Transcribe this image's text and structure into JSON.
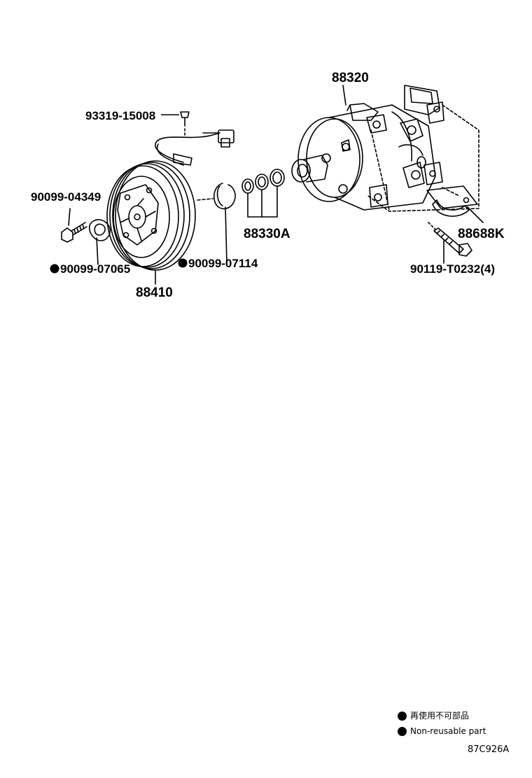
{
  "parts": {
    "p88320": "88320",
    "p93319": "93319-15008",
    "p90099_04349": "90099-04349",
    "p88330A": "88330A",
    "p88688K": "88688K",
    "p90099_07065": "90099-07065",
    "p90099_07114": "90099-07114",
    "p90119": "90119-T0232(4)",
    "p88410": "88410"
  },
  "legend": {
    "jp": "再使用不可部品",
    "en": "Non-reusable part",
    "marker_color": "#000000"
  },
  "figure_code": "87C926A"
}
